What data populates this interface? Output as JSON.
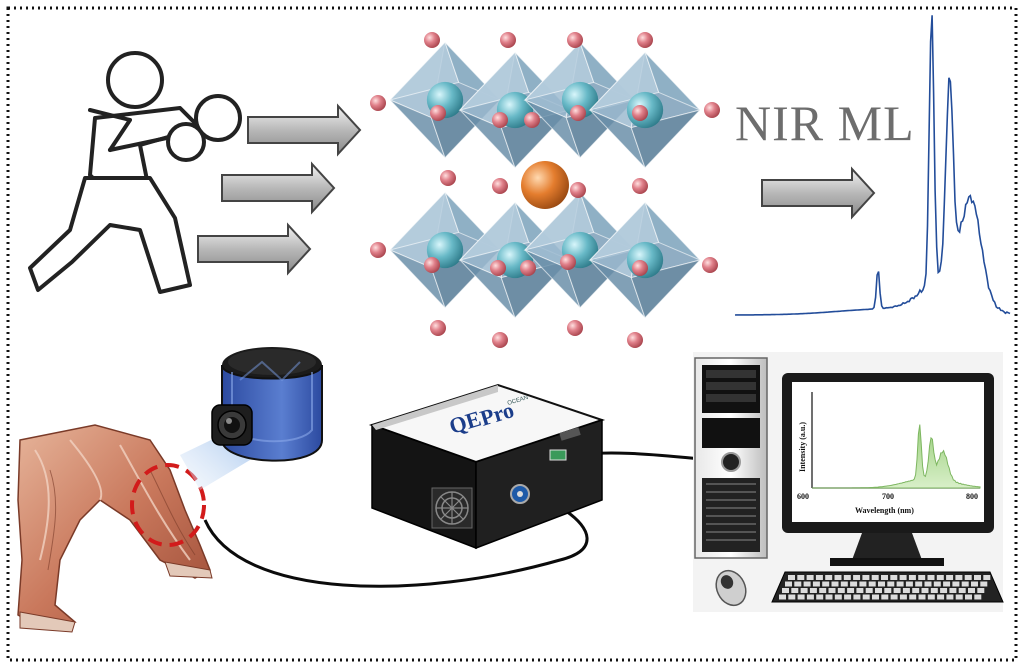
{
  "header": {
    "process_label": "NIR ML"
  },
  "spectrometer": {
    "brand": "QE Pro",
    "brand_left": "QE",
    "brand_right": "Pro",
    "vendor_mark": "OCEAN"
  },
  "monitor_plot": {
    "ylabel": "Intensity (a.u.)",
    "xlabel": "Wavelength (nm)",
    "x_ticks": [
      "600",
      "700",
      "800"
    ]
  },
  "colors": {
    "frame_dots": "#111111",
    "arrow_fill": "#9a9a9a",
    "octahedron": "#6f93ad",
    "b_site_ion": "#5fb3c2",
    "x_site_ion": "#d9747c",
    "a_site_ion": "#e07a2e",
    "nir_spectrum": "#234d9a",
    "monitor_spectrum": "#9bcf7e",
    "sensor_band": "#3f62b5",
    "dashed_ring": "#d21b1b"
  },
  "icons": [
    "boxer-icon",
    "arrow-icon",
    "perovskite-crystal-icon",
    "spectrum-icon",
    "leg-muscle-icon",
    "sensor-band-icon",
    "spectrometer-icon",
    "computer-tower-icon",
    "monitor-icon",
    "keyboard-icon",
    "mouse-icon"
  ]
}
